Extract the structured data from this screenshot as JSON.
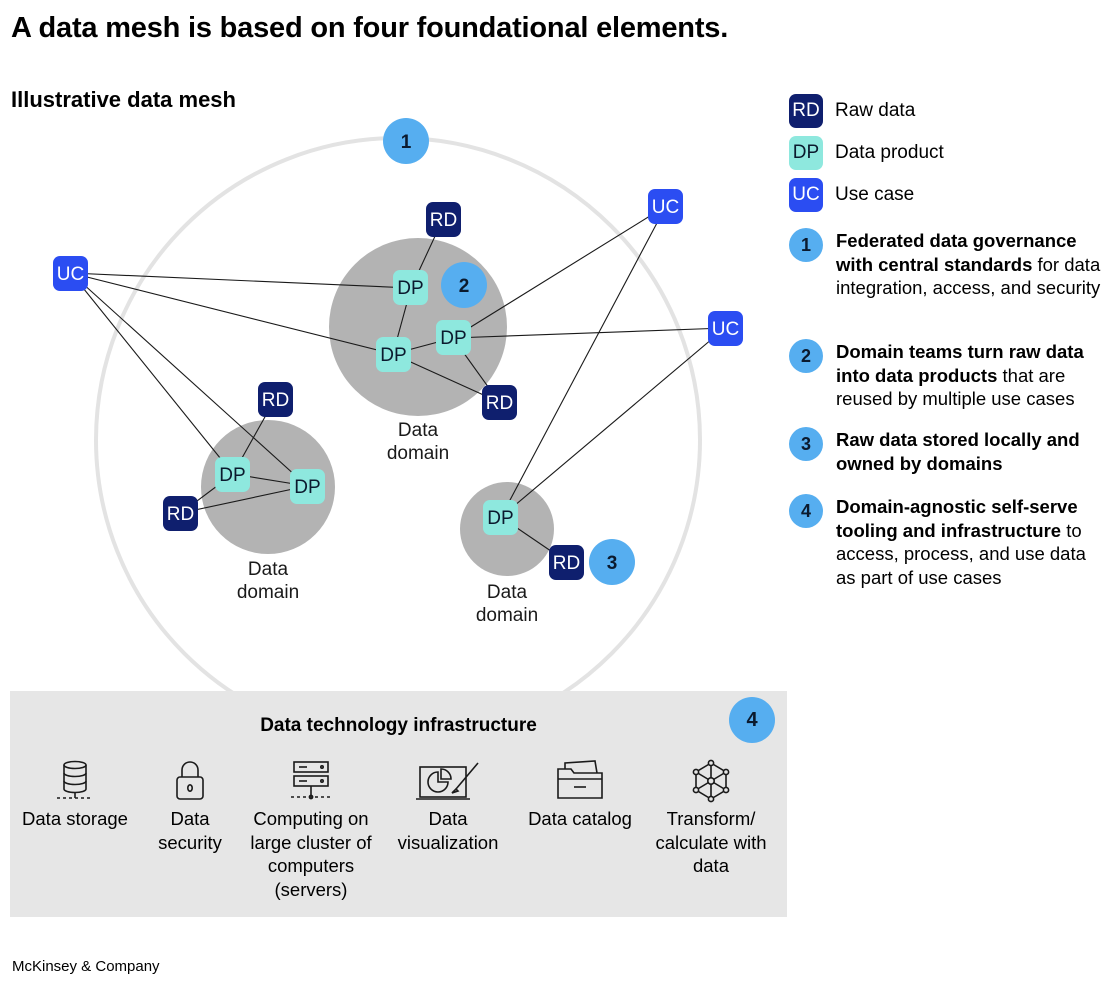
{
  "title": "A data mesh is based on four foundational elements.",
  "subtitle": "Illustrative data mesh",
  "badges": {
    "rd": "RD",
    "dp": "DP",
    "uc": "UC"
  },
  "domain_label": {
    "line1": "Data",
    "line2": "domain"
  },
  "numbers": {
    "n1": "1",
    "n2": "2",
    "n3": "3",
    "n4": "4"
  },
  "legend": {
    "items": [
      {
        "code": "RD",
        "label": "Raw data"
      },
      {
        "code": "DP",
        "label": "Data product"
      },
      {
        "code": "UC",
        "label": "Use case"
      }
    ]
  },
  "elements": [
    {
      "num": "1",
      "bold": "Federated data governance with central standards",
      "rest": " for data integration, access, and security"
    },
    {
      "num": "2",
      "bold": "Domain teams turn raw data into data products",
      "rest": " that are reused by multiple use cases"
    },
    {
      "num": "3",
      "bold": "Raw data stored locally and owned by domains",
      "rest": ""
    },
    {
      "num": "4",
      "bold": "Domain-agnostic self-serve tooling and infrastructure",
      "rest": " to access, process, and use data as part of use cases"
    }
  ],
  "infrastructure": {
    "title": "Data technology infrastructure",
    "items": [
      {
        "icon": "database-icon",
        "lines": [
          "Data storage"
        ]
      },
      {
        "icon": "lock-icon",
        "lines": [
          "Data",
          "security"
        ]
      },
      {
        "icon": "server-icon",
        "lines": [
          "Computing on",
          "large cluster of",
          "computers",
          "(servers)"
        ]
      },
      {
        "icon": "visualization-icon",
        "lines": [
          "Data",
          "visualization"
        ]
      },
      {
        "icon": "folder-icon",
        "lines": [
          "Data catalog"
        ]
      },
      {
        "icon": "network-icon",
        "lines": [
          "Transform/",
          "calculate with",
          "data"
        ]
      }
    ]
  },
  "colors": {
    "raw_data": "#0f1f6e",
    "data_product": "#8ee8de",
    "use_case": "#2b4df2",
    "number_circle": "#56aef0",
    "domain_fill": "#b3b3b3",
    "infra_bg": "#e6e6e6"
  },
  "footer": "McKinsey & Company"
}
